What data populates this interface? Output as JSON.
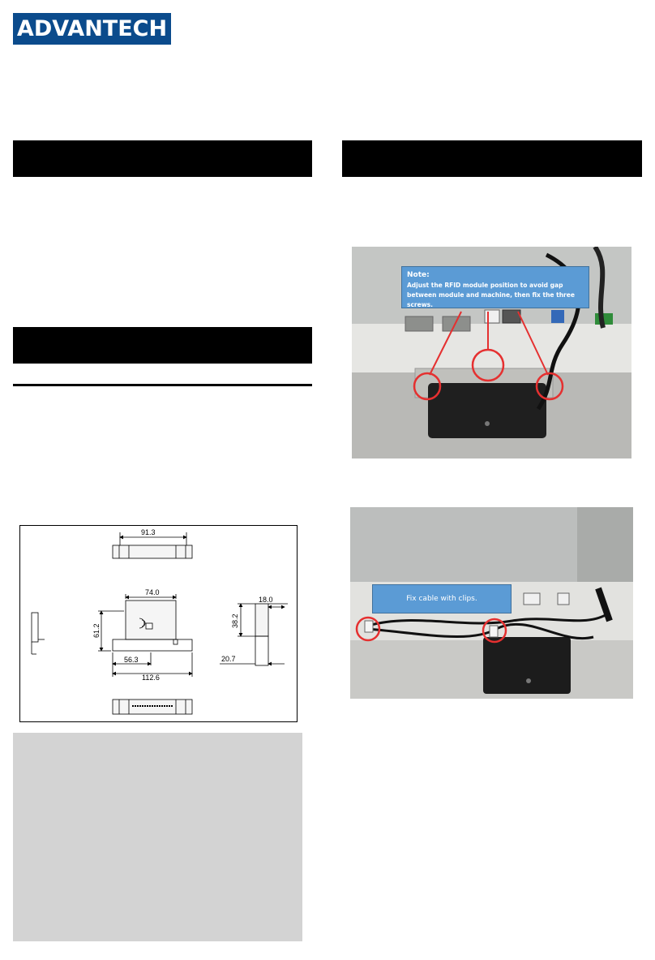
{
  "brand": {
    "logo_text": "ADVANTECH"
  },
  "drawing": {
    "dims": {
      "top_width": "91.3",
      "body_width": "74.0",
      "height_left": "61.2",
      "bottom_inner": "56.3",
      "bottom_total": "112.6",
      "side_depth": "18.0",
      "side_height": "38.2",
      "side_bottom": "20.7"
    }
  },
  "photo1": {
    "note_title": "Note:",
    "note_text": "Adjust the RFID module position to avoid gap between module and machine, then fix the three screws."
  },
  "photo2": {
    "note_text": "Fix cable with clips."
  }
}
